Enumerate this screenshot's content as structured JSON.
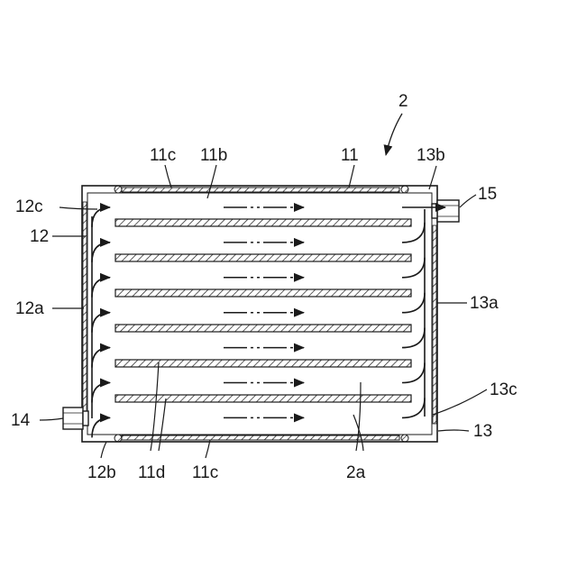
{
  "labels": {
    "l_2": "2",
    "l_11c_top": "11c",
    "l_11b": "11b",
    "l_11": "11",
    "l_13b": "13b",
    "l_15": "15",
    "l_12c": "12c",
    "l_12": "12",
    "l_12a": "12a",
    "l_13a": "13a",
    "l_13c": "13c",
    "l_14": "14",
    "l_13": "13",
    "l_12b": "12b",
    "l_11d": "11d",
    "l_11c_bottom": "11c",
    "l_2a": "2a"
  },
  "plate_count": 6,
  "channel_count": 7,
  "colors": {
    "ink": "#1a1a1a",
    "background": "#ffffff"
  }
}
